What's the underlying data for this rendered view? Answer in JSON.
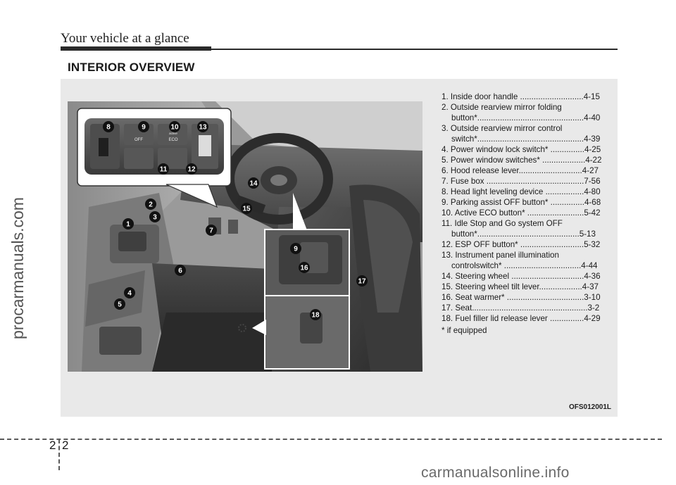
{
  "header": {
    "title": "Your vehicle at a glance"
  },
  "section": {
    "title": "INTERIOR OVERVIEW"
  },
  "figure": {
    "code": "OFS012001L",
    "callouts": [
      "1",
      "2",
      "3",
      "4",
      "5",
      "6",
      "7",
      "8",
      "9",
      "10",
      "11",
      "12",
      "13",
      "14",
      "15",
      "16",
      "17",
      "18"
    ],
    "switch_labels": {
      "p_off": "OFF",
      "eco_text": "ECO",
      "eco_prefix": "active"
    }
  },
  "legend": {
    "items": [
      {
        "line1": "1. Inside door handle ............................4-15"
      },
      {
        "line1": "2. Outside rearview mirror folding",
        "line2": "button*...............................................4-40"
      },
      {
        "line1": "3. Outside rearview mirror control",
        "line2": "switch*...............................................4-39"
      },
      {
        "line1": "4. Power window lock switch* ...............4-25"
      },
      {
        "line1": "5. Power window switches* ...................4-22"
      },
      {
        "line1": "6. Hood release lever............................4-27"
      },
      {
        "line1": "7. Fuse box ...........................................7-56"
      },
      {
        "line1": "8. Head light leveling device .................4-80"
      },
      {
        "line1": "9. Parking assist OFF button* ...............4-68"
      },
      {
        "line1": "10. Active ECO button* .........................5-42"
      },
      {
        "line1": "11. Idle Stop and Go system OFF",
        "line2": "button*.............................................5-13"
      },
      {
        "line1": "12. ESP OFF button* ............................5-32"
      },
      {
        "line1": "13. Instrument panel illumination",
        "line2": "controlswitch* ..................................4-44"
      },
      {
        "line1": "14. Steering wheel ................................4-36"
      },
      {
        "line1": "15. Steering wheel tilt lever...................4-37"
      },
      {
        "line1": "16. Seat warmer* ..................................3-10"
      },
      {
        "line1": "17. Seat...................................................3-2"
      },
      {
        "line1": "18. Fuel filler lid release lever ...............4-29"
      }
    ],
    "footnote": "* if equipped"
  },
  "page": {
    "left_number": "2",
    "right_number": "2"
  },
  "watermarks": {
    "side": "procarmanuals.com",
    "bottom": "carmanualsonline.info"
  }
}
